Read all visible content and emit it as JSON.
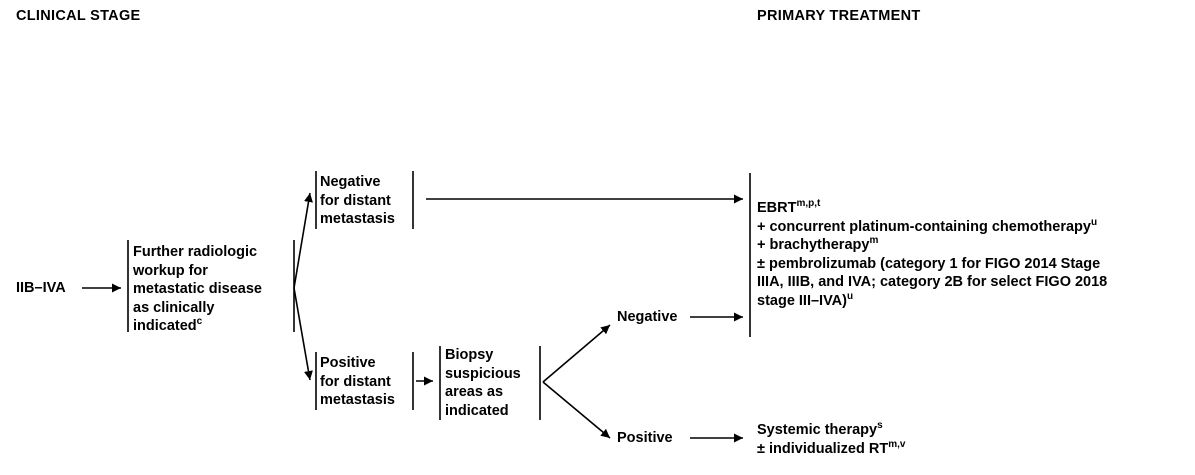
{
  "headers": {
    "clinical_stage": "CLINICAL STAGE",
    "primary_treatment": "PRIMARY TREATMENT"
  },
  "stage": "IIB–IVA",
  "workup": {
    "lines": [
      "Further radiologic",
      "workup for",
      "metastatic disease",
      "as clinically"
    ],
    "last_line": "indicated",
    "last_sup": "c"
  },
  "negative_distant": {
    "lines": [
      "Negative",
      "for distant",
      "metastasis"
    ]
  },
  "positive_distant": {
    "lines": [
      "Positive",
      "for distant",
      "metastasis"
    ]
  },
  "biopsy": {
    "lines": [
      "Biopsy",
      "suspicious",
      "areas as",
      "indicated"
    ]
  },
  "biopsy_negative": "Negative",
  "biopsy_positive": "Positive",
  "treatment_main": {
    "ebrt": "EBRT",
    "ebrt_sup": "m,p,t",
    "chemo": "+ concurrent platinum-containing chemotherapy",
    "chemo_sup": "u",
    "brachy": "+ brachytherapy",
    "brachy_sup": "m",
    "pembro1": "± pembrolizumab (category 1 for FIGO 2014 Stage",
    "pembro2": "IIIA, IIIB, and IVA; category 2B for select FIGO 2018",
    "pembro3": "stage III–IVA)",
    "pembro3_sup": "u"
  },
  "treatment_systemic": {
    "line1": "Systemic therapy",
    "line1_sup": "s",
    "line2": "± individualized RT",
    "line2_sup": "m,v"
  },
  "colors": {
    "text": "#000000",
    "background": "#ffffff"
  }
}
